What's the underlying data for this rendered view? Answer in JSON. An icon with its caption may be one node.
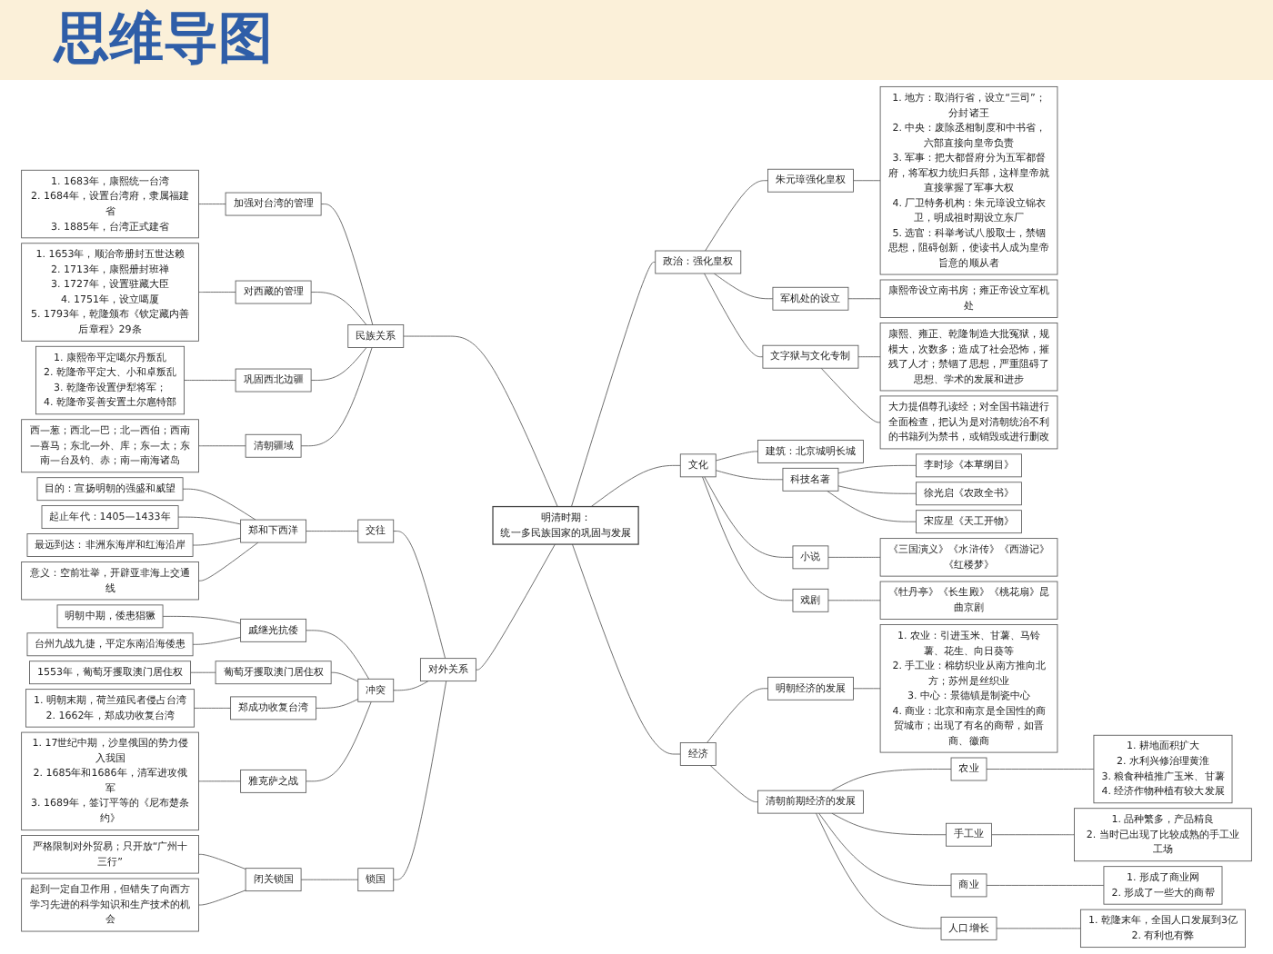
{
  "diagram": {
    "title": "思维导图",
    "nodes": [
      {
        "text": [
          "明清时期：",
          "统一多民族国家的巩固与发展"
        ]
      },
      {
        "text": [
          "民族关系"
        ]
      },
      {
        "text": [
          "加强对台湾的管理"
        ]
      },
      {
        "text": [
          "1. 1683年，康熙统一台湾",
          "2. 1684年，设置台湾府，隶属福建省",
          "3. 1885年，台湾正式建省"
        ]
      },
      {
        "text": [
          "对西藏的管理"
        ]
      },
      {
        "text": [
          "1. 1653年，顺治帝册封五世达赖",
          "2. 1713年，康熙册封班禅",
          "3. 1727年，设置驻藏大臣",
          "4. 1751年，设立噶厦",
          "5. 1793年，乾隆颁布《钦定藏内善后章程》29条"
        ]
      },
      {
        "text": [
          "巩固西北边疆"
        ]
      },
      {
        "text": [
          "1. 康熙帝平定噶尔丹叛乱",
          "2. 乾隆帝平定大、小和卓叛乱",
          "3. 乾隆帝设置伊犁将军；",
          "4. 乾隆帝妥善安置土尔扈特部"
        ]
      },
      {
        "text": [
          "清朝疆域"
        ]
      },
      {
        "text": [
          "西—葱；西北—巴；北—西伯；西南—喜马；东北—外、库；东—太；东南—台及钓、赤；南—南海诸岛"
        ]
      },
      {
        "text": [
          "对外关系"
        ]
      },
      {
        "text": [
          "交往"
        ]
      },
      {
        "text": [
          "郑和下西洋"
        ]
      },
      {
        "text": [
          "目的：宣扬明朝的强盛和威望"
        ]
      },
      {
        "text": [
          "起止年代：1405—1433年"
        ]
      },
      {
        "text": [
          "最远到达：非洲东海岸和红海沿岸"
        ]
      },
      {
        "text": [
          "意义：空前壮举，开辟亚非海上交通线"
        ]
      },
      {
        "text": [
          "冲突"
        ]
      },
      {
        "text": [
          "戚继光抗倭"
        ]
      },
      {
        "text": [
          "明朝中期，倭患猖獗"
        ]
      },
      {
        "text": [
          "台州九战九捷，平定东南沿海倭患"
        ]
      },
      {
        "text": [
          "葡萄牙攫取澳门居住权"
        ]
      },
      {
        "text": [
          "1553年，葡萄牙攫取澳门居住权"
        ]
      },
      {
        "text": [
          "郑成功收复台湾"
        ]
      },
      {
        "text": [
          "1. 明朝末期，荷兰殖民者侵占台湾",
          "2. 1662年，郑成功收复台湾"
        ]
      },
      {
        "text": [
          "雅克萨之战"
        ]
      },
      {
        "text": [
          "1. 17世纪中期，沙皇俄国的势力侵入我国",
          "2. 1685年和1686年，清军进攻俄军",
          "3. 1689年，签订平等的《尼布楚条约》"
        ]
      },
      {
        "text": [
          "锁国"
        ]
      },
      {
        "text": [
          "闭关锁国"
        ]
      },
      {
        "text": [
          "严格限制对外贸易；只开放“广州十三行”"
        ]
      },
      {
        "text": [
          "起到一定自卫作用，但错失了向西方学习先进的科学知识和生产技术的机会"
        ]
      },
      {
        "text": [
          "政治：强化皇权"
        ]
      },
      {
        "text": [
          "朱元璋强化皇权"
        ]
      },
      {
        "text": [
          "1. 地方：取消行省，设立“三司”；分封诸王",
          "2. 中央：废除丞相制度和中书省，六部直接向皇帝负责",
          "3. 军事：把大都督府分为五军都督府，将军权力统归兵部，这样皇帝就直接掌握了军事大权",
          "4. 厂卫特务机构：朱元璋设立锦衣卫，明成祖时期设立东厂",
          "5. 选官：科举考试八股取士，禁锢思想，阻碍创新，使读书人成为皇帝旨意的顺从者"
        ]
      },
      {
        "text": [
          "军机处的设立"
        ]
      },
      {
        "text": [
          "康熙帝设立南书房；雍正帝设立军机处"
        ]
      },
      {
        "text": [
          "文字狱与文化专制"
        ]
      },
      {
        "text": [
          "康熙、雍正、乾隆制造大批冤狱，规模大，次数多；造成了社会恐怖，摧残了人才；禁锢了思想，严重阻碍了思想、学术的发展和进步"
        ]
      },
      {
        "text": [
          "大力提倡尊孔读经；对全国书籍进行全面检查，把认为是对清朝统治不利的书籍列为禁书，或销毁或进行删改"
        ]
      },
      {
        "text": [
          "文化"
        ]
      },
      {
        "text": [
          "建筑：北京城明长城"
        ]
      },
      {
        "text": [
          "科技名著"
        ]
      },
      {
        "text": [
          "李时珍《本草纲目》"
        ]
      },
      {
        "text": [
          "徐光启《农政全书》"
        ]
      },
      {
        "text": [
          "宋应星《天工开物》"
        ]
      },
      {
        "text": [
          "小说"
        ]
      },
      {
        "text": [
          "《三国演义》《水浒传》《西游记》《红楼梦》"
        ]
      },
      {
        "text": [
          "戏剧"
        ]
      },
      {
        "text": [
          "《牡丹亭》《长生殿》《桃花扇》昆曲京剧"
        ]
      },
      {
        "text": [
          "经济"
        ]
      },
      {
        "text": [
          "明朝经济的发展"
        ]
      },
      {
        "text": [
          "1. 农业：引进玉米、甘薯、马铃薯、花生、向日葵等",
          "2. 手工业：棉纺织业从南方推向北方；苏州是丝织业",
          "3. 中心：景德镇是制瓷中心",
          "4. 商业：北京和南京是全国性的商贸城市；出现了有名的商帮，如晋商、徽商"
        ]
      },
      {
        "text": [
          "清朝前期经济的发展"
        ]
      },
      {
        "text": [
          "农业"
        ]
      },
      {
        "text": [
          "1. 耕地面积扩大",
          "2. 水利兴修治理黄淮",
          "3. 粮食种植推广玉米、甘薯",
          "4. 经济作物种植有较大发展"
        ]
      },
      {
        "text": [
          "手工业"
        ]
      },
      {
        "text": [
          "1. 品种繁多，产品精良",
          "2. 当时已出现了比较成熟的手工业工场"
        ]
      },
      {
        "text": [
          "商业"
        ]
      },
      {
        "text": [
          "1. 形成了商业网",
          "2. 形成了一些大的商帮"
        ]
      },
      {
        "text": [
          "人口增长"
        ]
      },
      {
        "text": [
          "1. 乾隆末年，全国人口发展到3亿",
          "2. 有利也有弊"
        ]
      }
    ],
    "edges": [
      {
        "from": 1,
        "to": 0,
        "arrow": "none"
      },
      {
        "from": 2,
        "to": 1,
        "arrow": "none"
      },
      {
        "from": 3,
        "to": 2,
        "arrow": "none"
      },
      {
        "from": 4,
        "to": 1,
        "arrow": "none"
      },
      {
        "from": 5,
        "to": 4,
        "arrow": "none"
      },
      {
        "from": 6,
        "to": 1,
        "arrow": "none"
      },
      {
        "from": 7,
        "to": 6,
        "arrow": "none"
      },
      {
        "from": 8,
        "to": 1,
        "arrow": "none"
      },
      {
        "from": 9,
        "to": 8,
        "arrow": "none"
      },
      {
        "from": 10,
        "to": 0,
        "arrow": "none"
      },
      {
        "from": 11,
        "to": 10,
        "arrow": "none"
      },
      {
        "from": 12,
        "to": 11,
        "arrow": "none"
      },
      {
        "from": 13,
        "to": 12,
        "arrow": "none"
      },
      {
        "from": 14,
        "to": 12,
        "arrow": "none"
      },
      {
        "from": 15,
        "to": 12,
        "arrow": "none"
      },
      {
        "from": 16,
        "to": 12,
        "arrow": "none"
      },
      {
        "from": 17,
        "to": 10,
        "arrow": "none"
      },
      {
        "from": 18,
        "to": 17,
        "arrow": "none"
      },
      {
        "from": 19,
        "to": 18,
        "arrow": "none"
      },
      {
        "from": 20,
        "to": 18,
        "arrow": "none"
      },
      {
        "from": 21,
        "to": 17,
        "arrow": "none"
      },
      {
        "from": 22,
        "to": 21,
        "arrow": "none"
      },
      {
        "from": 23,
        "to": 17,
        "arrow": "none"
      },
      {
        "from": 24,
        "to": 23,
        "arrow": "none"
      },
      {
        "from": 25,
        "to": 17,
        "arrow": "none"
      },
      {
        "from": 26,
        "to": 25,
        "arrow": "none"
      },
      {
        "from": 27,
        "to": 10,
        "arrow": "none"
      },
      {
        "from": 28,
        "to": 27,
        "arrow": "none"
      },
      {
        "from": 29,
        "to": 28,
        "arrow": "none"
      },
      {
        "from": 30,
        "to": 28,
        "arrow": "none"
      },
      {
        "from": 0,
        "to": 31,
        "arrow": "none"
      },
      {
        "from": 31,
        "to": 32,
        "arrow": "none"
      },
      {
        "from": 32,
        "to": 33,
        "arrow": "none"
      },
      {
        "from": 31,
        "to": 34,
        "arrow": "none"
      },
      {
        "from": 34,
        "to": 35,
        "arrow": "none"
      },
      {
        "from": 31,
        "to": 36,
        "arrow": "none"
      },
      {
        "from": 36,
        "to": 37,
        "arrow": "none"
      },
      {
        "from": 36,
        "to": 38,
        "arrow": "none"
      },
      {
        "from": 0,
        "to": 39,
        "arrow": "none"
      },
      {
        "from": 39,
        "to": 40,
        "arrow": "none"
      },
      {
        "from": 39,
        "to": 41,
        "arrow": "none"
      },
      {
        "from": 41,
        "to": 42,
        "arrow": "none"
      },
      {
        "from": 41,
        "to": 43,
        "arrow": "none"
      },
      {
        "from": 41,
        "to": 44,
        "arrow": "none"
      },
      {
        "from": 39,
        "to": 45,
        "arrow": "none"
      },
      {
        "from": 45,
        "to": 46,
        "arrow": "none"
      },
      {
        "from": 39,
        "to": 47,
        "arrow": "none"
      },
      {
        "from": 47,
        "to": 48,
        "arrow": "none"
      },
      {
        "from": 0,
        "to": 49,
        "arrow": "none"
      },
      {
        "from": 49,
        "to": 50,
        "arrow": "none"
      },
      {
        "from": 50,
        "to": 51,
        "arrow": "none"
      },
      {
        "from": 49,
        "to": 52,
        "arrow": "none"
      },
      {
        "from": 52,
        "to": 53,
        "arrow": "none"
      },
      {
        "from": 53,
        "to": 54,
        "arrow": "none"
      },
      {
        "from": 52,
        "to": 55,
        "arrow": "none"
      },
      {
        "from": 55,
        "to": 56,
        "arrow": "none"
      },
      {
        "from": 52,
        "to": 57,
        "arrow": "none"
      },
      {
        "from": 57,
        "to": 58,
        "arrow": "none"
      },
      {
        "from": 52,
        "to": 59,
        "arrow": "none"
      },
      {
        "from": 59,
        "to": 60,
        "arrow": "none"
      }
    ]
  }
}
